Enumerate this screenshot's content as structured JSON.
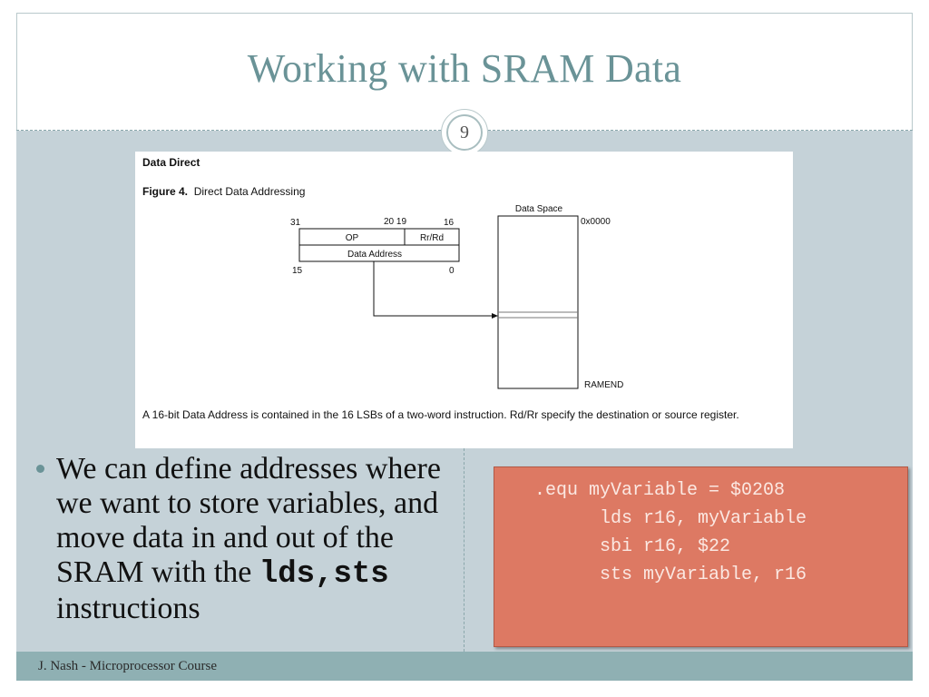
{
  "slide": {
    "title": "Working with SRAM Data",
    "page_number": "9",
    "footer": "J. Nash - Microprocessor Course"
  },
  "figure": {
    "heading": "Data Direct",
    "caption_label": "Figure 4.",
    "caption_text": "Direct Data Addressing",
    "bit_31": "31",
    "bit_20_19": "20 19",
    "bit_16": "16",
    "bit_15": "15",
    "bit_0": "0",
    "field_op": "OP",
    "field_rr_rd": "Rr/Rd",
    "field_data_address": "Data Address",
    "data_space_label": "Data Space",
    "addr_start": "0x0000",
    "addr_end": "RAMEND",
    "note": "A 16-bit Data Address is contained in the 16 LSBs of a two-word instruction. Rd/Rr specify the destination or source register."
  },
  "bullet": {
    "text_before": "We can define addresses where we want to store variables, and move data in and out of the SRAM with the ",
    "code": "lds,sts",
    "text_after": " instructions"
  },
  "code": {
    "lines": [
      ".equ myVariable = $0208",
      "lds r16, myVariable",
      "sbi r16, $22",
      "sts myVariable, r16"
    ]
  }
}
